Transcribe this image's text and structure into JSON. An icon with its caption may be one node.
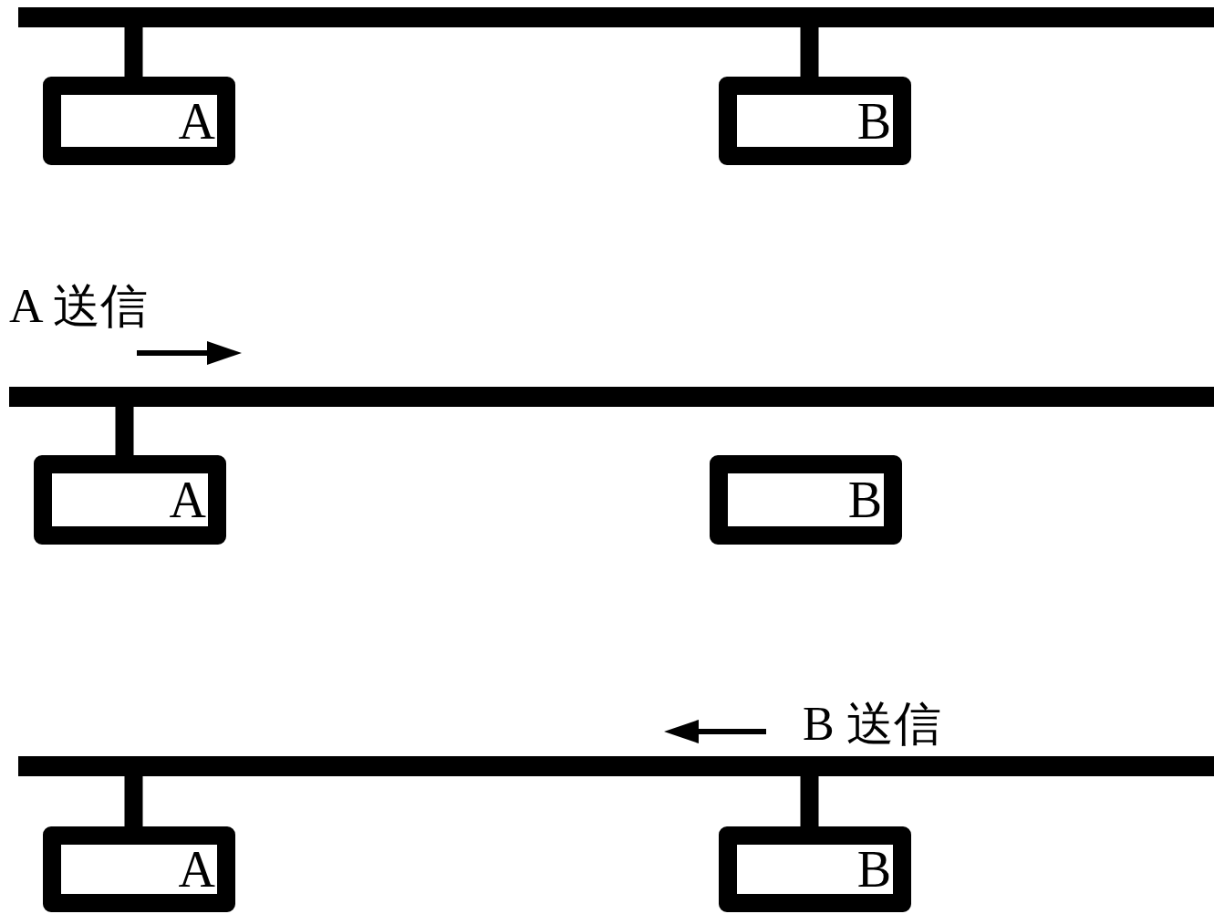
{
  "diagram": {
    "nodes": [
      {
        "text": [],
        "shape": "bar"
      },
      {
        "text": [
          "A"
        ]
      },
      {
        "text": [
          "B"
        ]
      },
      {
        "text": [],
        "shape": "bar"
      },
      {
        "text": [
          "A"
        ]
      },
      {
        "text": [
          "B"
        ]
      },
      {
        "text": [],
        "shape": "bar"
      },
      {
        "text": [
          "A"
        ]
      },
      {
        "text": [
          "B"
        ]
      }
    ],
    "edges": [
      {
        "from": 0,
        "to": 1,
        "arrow": "none"
      },
      {
        "from": 0,
        "to": 2,
        "arrow": "none"
      },
      {
        "from": 3,
        "to": 4,
        "arrow": "none"
      },
      {
        "from": 6,
        "to": 7,
        "arrow": "none"
      },
      {
        "from": 6,
        "to": 8,
        "arrow": "none"
      }
    ],
    "labels": [
      "A 送信",
      "B 送信"
    ]
  }
}
